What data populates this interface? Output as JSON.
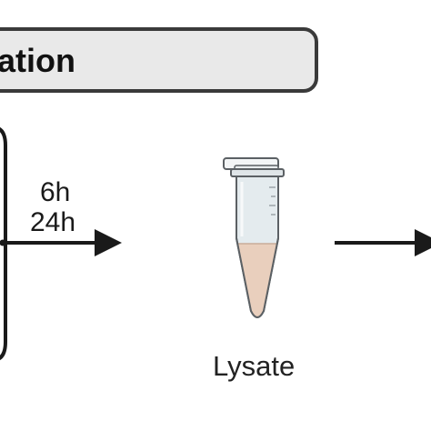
{
  "header": {
    "label": "ation"
  },
  "timepoints": {
    "first": "6h",
    "second": "24h"
  },
  "sample": {
    "label": "Lysate"
  },
  "colors": {
    "header_fill": "#e9e9e9",
    "header_stroke": "#3a3a3a",
    "line": "#1a1a1a",
    "tube_body": "#e4ebee",
    "tube_cap": "#f3f5f6",
    "lysate_fill": "#e9cfbd"
  }
}
